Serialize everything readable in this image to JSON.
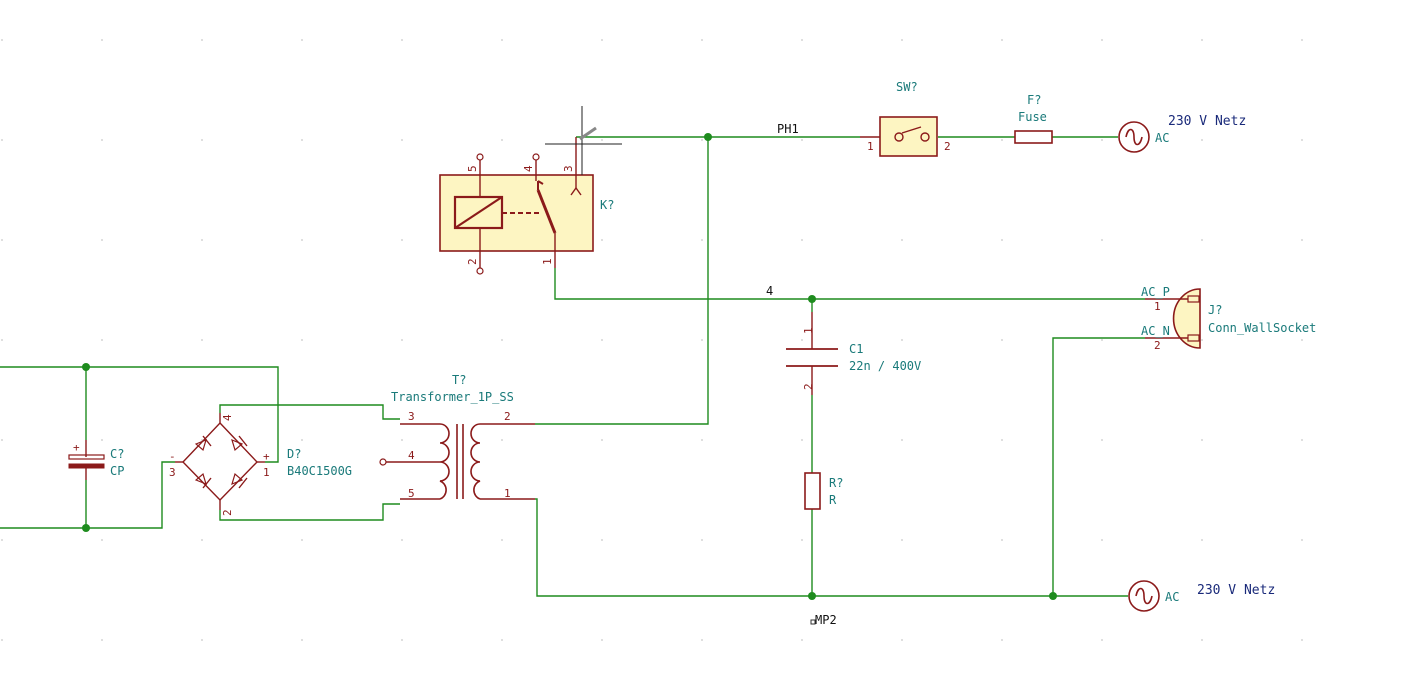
{
  "components": {
    "relay": {
      "ref": "K?",
      "pins": [
        "5",
        "4",
        "3",
        "2",
        "1"
      ]
    },
    "switch": {
      "ref": "SW?",
      "pin_left": "1",
      "pin_right": "2"
    },
    "fuse": {
      "ref": "F?",
      "value": "Fuse"
    },
    "ac_top": {
      "label": "230 V Netz",
      "value": "AC"
    },
    "ac_bottom": {
      "label": "230 V Netz",
      "value": "AC"
    },
    "wall_socket": {
      "ref": "J?",
      "value": "Conn_WallSocket",
      "pin1_name": "AC_P",
      "pin1": "1",
      "pin2_name": "AC_N",
      "pin2": "2"
    },
    "capacitor_c1": {
      "ref": "C1",
      "value": "22n / 400V",
      "pin1": "1",
      "pin2": "2"
    },
    "resistor": {
      "ref": "R?",
      "value": "R"
    },
    "transformer": {
      "ref": "T?",
      "value": "Transformer_1P_SS",
      "pins": [
        "3",
        "4",
        "5",
        "2",
        "1"
      ]
    },
    "bridge": {
      "ref": "D?",
      "value": "B40C1500G",
      "pin_minus": "-",
      "pin_plus": "+",
      "pins": [
        "4",
        "3",
        "1",
        "2"
      ]
    },
    "capacitor_cp": {
      "ref": "C?",
      "value": "CP",
      "polarity": "+"
    }
  },
  "nets": {
    "ph1": "PH1",
    "n4": "4",
    "mp2": "MP2"
  },
  "colors": {
    "wire": "#1e8c1e",
    "component": "#8b1a1a",
    "body": "#fdf5c2",
    "ref": "#1a7a7a",
    "power": "#1a2a7a"
  }
}
